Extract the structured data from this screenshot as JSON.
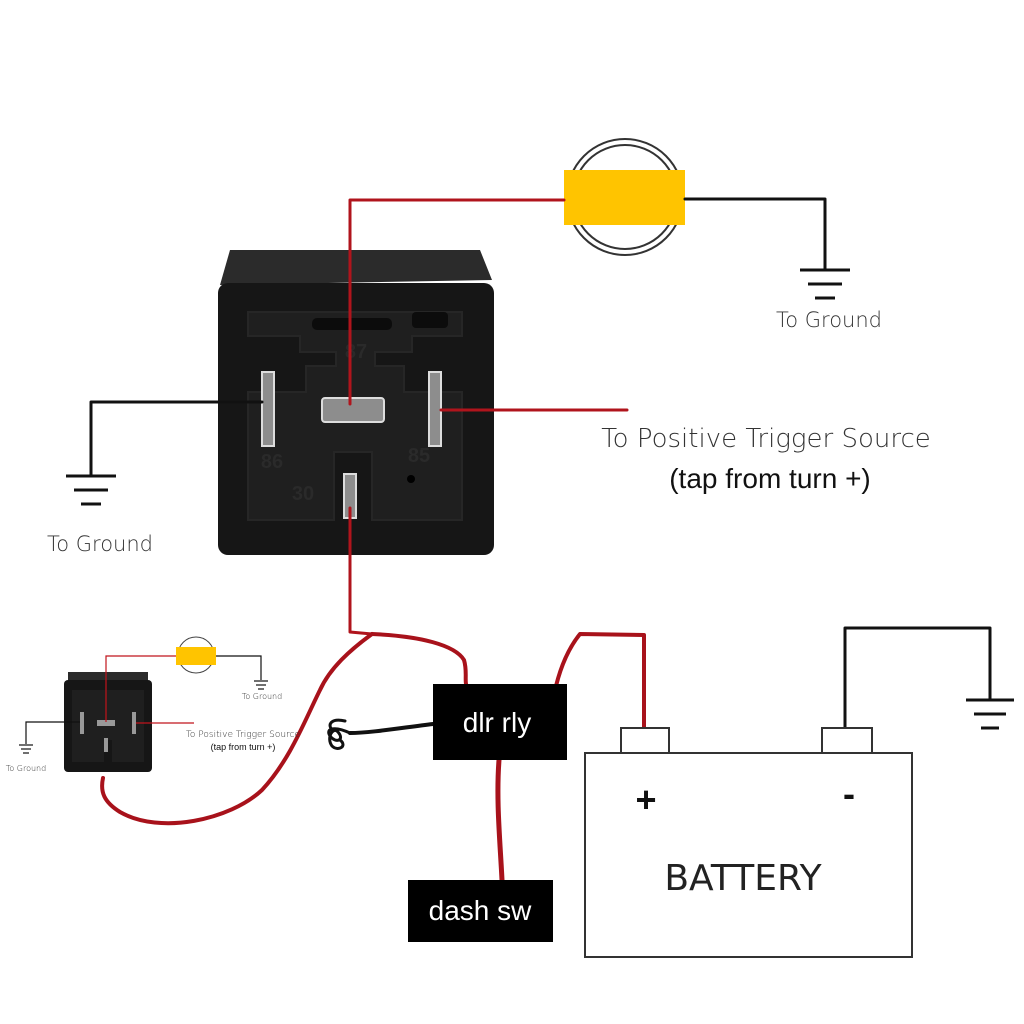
{
  "relay": {
    "pins": {
      "p87": "87",
      "p86": "86",
      "p85": "85",
      "p30": "30"
    }
  },
  "labels": {
    "ground_top_right": "To Ground",
    "ground_left": "To Ground",
    "trigger_line1": "To Positive Trigger Source",
    "trigger_line2": "(tap from turn +)"
  },
  "thumbnail": {
    "ground_right": "To Ground",
    "ground_left": "To Ground",
    "trigger_line1": "To Positive Trigger Source",
    "trigger_line2": "(tap from turn +)"
  },
  "boxes": {
    "dlr_relay": "dlr rly",
    "dash_switch": "dash sw"
  },
  "battery": {
    "label": "BATTERY",
    "positive": "+",
    "negative": "-"
  },
  "colors": {
    "wire_red": "#b0141c",
    "wire_black": "#111111",
    "lamp_yellow": "#ffc400",
    "relay_body": "#1a1a1a"
  }
}
